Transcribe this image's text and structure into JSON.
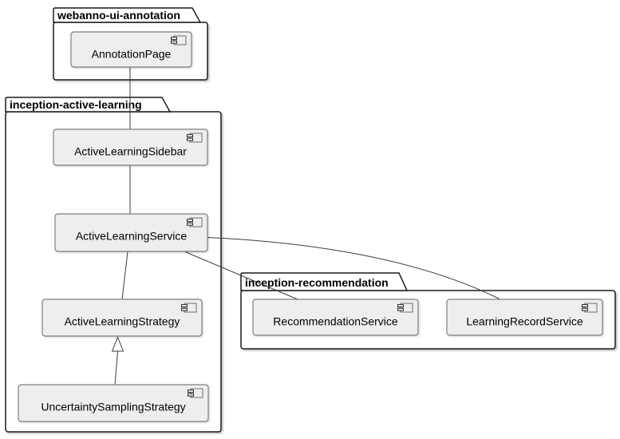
{
  "diagram_type": "uml-component-diagram",
  "packages": [
    {
      "name": "webanno-ui-annotation"
    },
    {
      "name": "inception-active-learning"
    },
    {
      "name": "inception-recommendation"
    }
  ],
  "components": [
    {
      "name": "AnnotationPage",
      "package": "webanno-ui-annotation"
    },
    {
      "name": "ActiveLearningSidebar",
      "package": "inception-active-learning"
    },
    {
      "name": "ActiveLearningService",
      "package": "inception-active-learning"
    },
    {
      "name": "ActiveLearningStrategy",
      "package": "inception-active-learning"
    },
    {
      "name": "UncertaintySamplingStrategy",
      "package": "inception-active-learning"
    },
    {
      "name": "RecommendationService",
      "package": "inception-recommendation"
    },
    {
      "name": "LearningRecordService",
      "package": "inception-recommendation"
    }
  ],
  "relations": [
    {
      "from": "AnnotationPage",
      "to": "ActiveLearningSidebar",
      "type": "association"
    },
    {
      "from": "ActiveLearningSidebar",
      "to": "ActiveLearningService",
      "type": "association"
    },
    {
      "from": "ActiveLearningService",
      "to": "ActiveLearningStrategy",
      "type": "association"
    },
    {
      "from": "UncertaintySamplingStrategy",
      "to": "ActiveLearningStrategy",
      "type": "generalization"
    },
    {
      "from": "ActiveLearningService",
      "to": "RecommendationService",
      "type": "association"
    },
    {
      "from": "ActiveLearningService",
      "to": "LearningRecordService",
      "type": "association"
    }
  ],
  "icons": {
    "component": "component-icon"
  },
  "colors": {
    "background": "#ffffff",
    "component_fill": "#eeeeee",
    "component_border": "#808080",
    "package_border": "#1b1b1b",
    "line": "#3c3c3c",
    "text": "#000000"
  }
}
